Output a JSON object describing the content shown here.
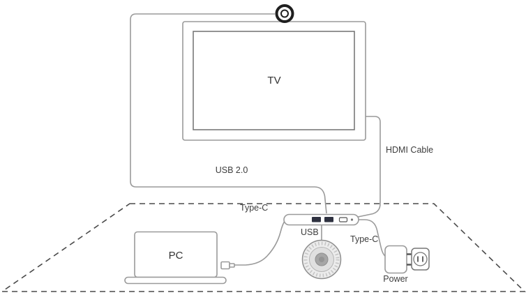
{
  "diagram": {
    "description": "Video conferencing hub connection diagram",
    "labels": {
      "tv": "TV",
      "pc": "PC",
      "usb_cable": "USB 2.0",
      "hdmi_cable": "HDMI Cable",
      "typec_left": "Type-C",
      "usb_port": "USB",
      "typec_right": "Type-C",
      "power": "Power"
    },
    "colors": {
      "line": "#9a9a9a",
      "text": "#3d3d3d",
      "table_dash": "#4a4a4a",
      "port_fill": "#2e3140",
      "camera_ring": "#1f1f1f",
      "speaker_outer": "#ececec",
      "speaker_inner": "#a6a6a6"
    }
  }
}
